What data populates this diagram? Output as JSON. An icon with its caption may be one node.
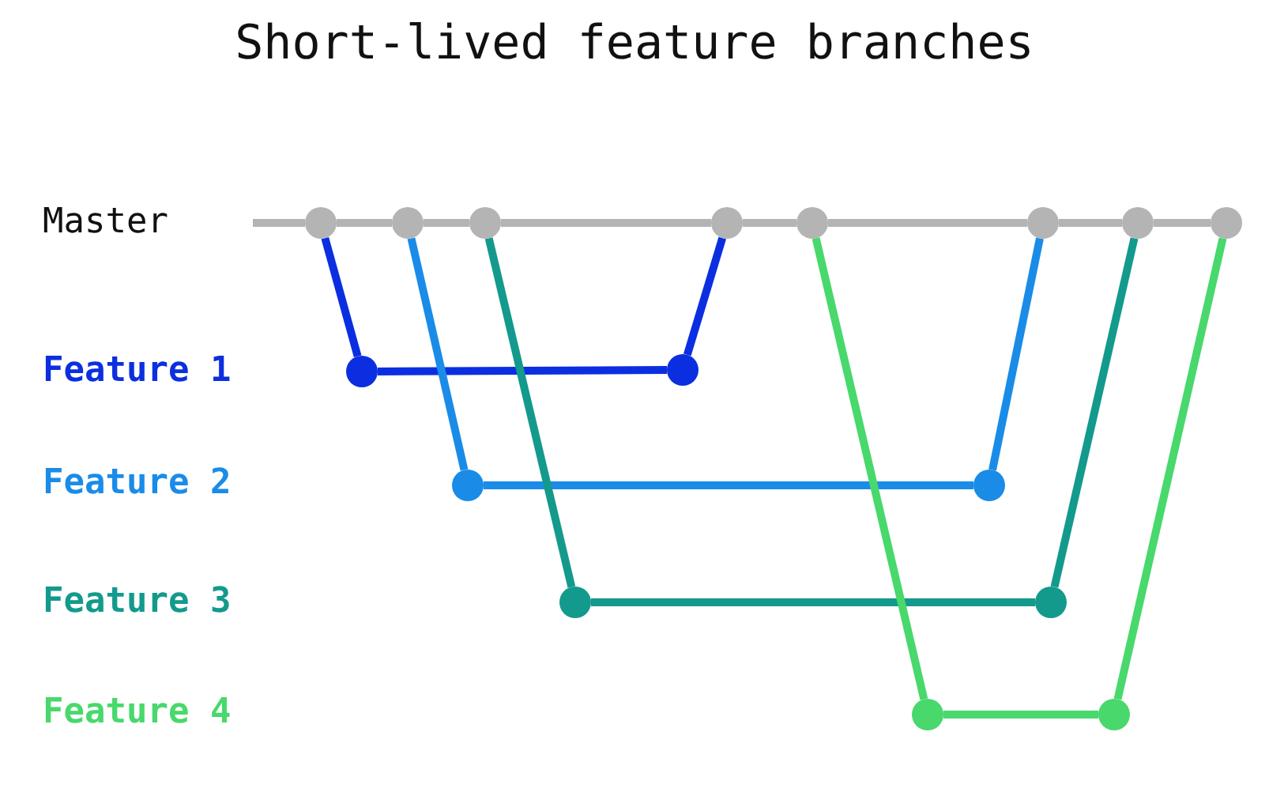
{
  "diagram": {
    "title": "Short-lived feature branches",
    "nodes": [
      {
        "text": [],
        "shape": "circle"
      },
      {
        "text": [],
        "shape": "circle"
      },
      {
        "text": [],
        "shape": "circle"
      },
      {
        "text": [],
        "shape": "circle"
      },
      {
        "text": [],
        "shape": "circle"
      },
      {
        "text": [],
        "shape": "circle"
      },
      {
        "text": [],
        "shape": "circle"
      },
      {
        "text": [],
        "shape": "circle"
      },
      {
        "text": [],
        "shape": "circle"
      },
      {
        "text": [],
        "shape": "circle"
      },
      {
        "text": [],
        "shape": "circle"
      },
      {
        "text": [],
        "shape": "circle"
      },
      {
        "text": [],
        "shape": "circle"
      },
      {
        "text": [],
        "shape": "circle"
      },
      {
        "text": [],
        "shape": "circle"
      },
      {
        "text": [],
        "shape": "circle"
      }
    ],
    "edges": [
      {
        "from": null,
        "to": 0,
        "arrow": "none",
        "color": "#b4b4b4"
      },
      {
        "from": 0,
        "to": 1,
        "arrow": "none",
        "color": "#b4b4b4"
      },
      {
        "from": 1,
        "to": 2,
        "arrow": "none",
        "color": "#b4b4b4"
      },
      {
        "from": 2,
        "to": 3,
        "arrow": "none",
        "color": "#b4b4b4"
      },
      {
        "from": 3,
        "to": 4,
        "arrow": "none",
        "color": "#b4b4b4"
      },
      {
        "from": 4,
        "to": 5,
        "arrow": "none",
        "color": "#b4b4b4"
      },
      {
        "from": 5,
        "to": 6,
        "arrow": "none",
        "color": "#b4b4b4"
      },
      {
        "from": 6,
        "to": 7,
        "arrow": "none",
        "color": "#b4b4b4"
      },
      {
        "from": 0,
        "to": 8,
        "arrow": "none",
        "color": "#0b2fe0"
      },
      {
        "from": 8,
        "to": 9,
        "arrow": "none",
        "color": "#0b2fe0"
      },
      {
        "from": 9,
        "to": 3,
        "arrow": "none",
        "color": "#0b2fe0"
      },
      {
        "from": 1,
        "to": 10,
        "arrow": "none",
        "color": "#1a8ce8"
      },
      {
        "from": 10,
        "to": 11,
        "arrow": "none",
        "color": "#1a8ce8"
      },
      {
        "from": 11,
        "to": 5,
        "arrow": "none",
        "color": "#1a8ce8"
      },
      {
        "from": 2,
        "to": 12,
        "arrow": "none",
        "color": "#139a8c"
      },
      {
        "from": 12,
        "to": 13,
        "arrow": "none",
        "color": "#139a8c"
      },
      {
        "from": 13,
        "to": 6,
        "arrow": "none",
        "color": "#139a8c"
      },
      {
        "from": 4,
        "to": 14,
        "arrow": "none",
        "color": "#48d86c"
      },
      {
        "from": 14,
        "to": 15,
        "arrow": "none",
        "color": "#48d86c"
      },
      {
        "from": 15,
        "to": 7,
        "arrow": "none",
        "color": "#48d86c"
      }
    ],
    "labels": [
      "Master",
      "Feature 1",
      "Feature 2",
      "Feature 3",
      "Feature 4"
    ]
  }
}
